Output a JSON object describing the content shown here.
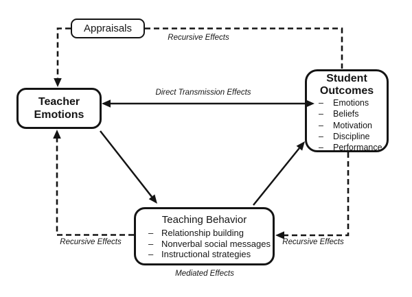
{
  "canvas": {
    "background": "#ffffff",
    "line_color": "#141414",
    "text_color": "#141414"
  },
  "boxes": {
    "appraisals": {
      "title": "Appraisals"
    },
    "teacher_emotions": {
      "line1": "Teacher",
      "line2": "Emotions"
    },
    "student_outcomes": {
      "line1": "Student",
      "line2": "Outcomes",
      "bullet": "–",
      "items": [
        "Emotions",
        "Beliefs",
        "Motivation",
        "Discipline",
        "Performance"
      ]
    },
    "teaching_behavior": {
      "title": "Teaching Behavior",
      "bullet": "–",
      "items": [
        "Relationship building",
        "Nonverbal social messages",
        "Instructional strategies"
      ]
    }
  },
  "labels": {
    "recursive_top": "Recursive Effects",
    "direct_transmission": "Direct Transmission Effects",
    "recursive_left": "Recursive Effects",
    "recursive_right": "Recursive Effects",
    "mediated": "Mediated Effects"
  },
  "edges": [
    {
      "from": "teacher_emotions",
      "to": "student_outcomes",
      "style": "solid",
      "arrows": "both",
      "label": "Direct Transmission Effects"
    },
    {
      "from": "teacher_emotions",
      "to": "teaching_behavior",
      "style": "solid",
      "arrows": "end",
      "label": "Mediated Effects"
    },
    {
      "from": "teaching_behavior",
      "to": "student_outcomes",
      "style": "solid",
      "arrows": "end",
      "label": "Mediated Effects"
    },
    {
      "from": "appraisals",
      "to": "teacher_emotions",
      "style": "dashed",
      "arrows": "end",
      "label": ""
    },
    {
      "from": "student_outcomes",
      "to": "appraisals",
      "style": "dashed",
      "arrows": "none",
      "label": "Recursive Effects"
    },
    {
      "from": "teaching_behavior",
      "to": "teacher_emotions",
      "style": "dashed",
      "arrows": "end",
      "label": "Recursive Effects"
    },
    {
      "from": "student_outcomes",
      "to": "teaching_behavior",
      "style": "dashed",
      "arrows": "end",
      "label": "Recursive Effects"
    }
  ]
}
